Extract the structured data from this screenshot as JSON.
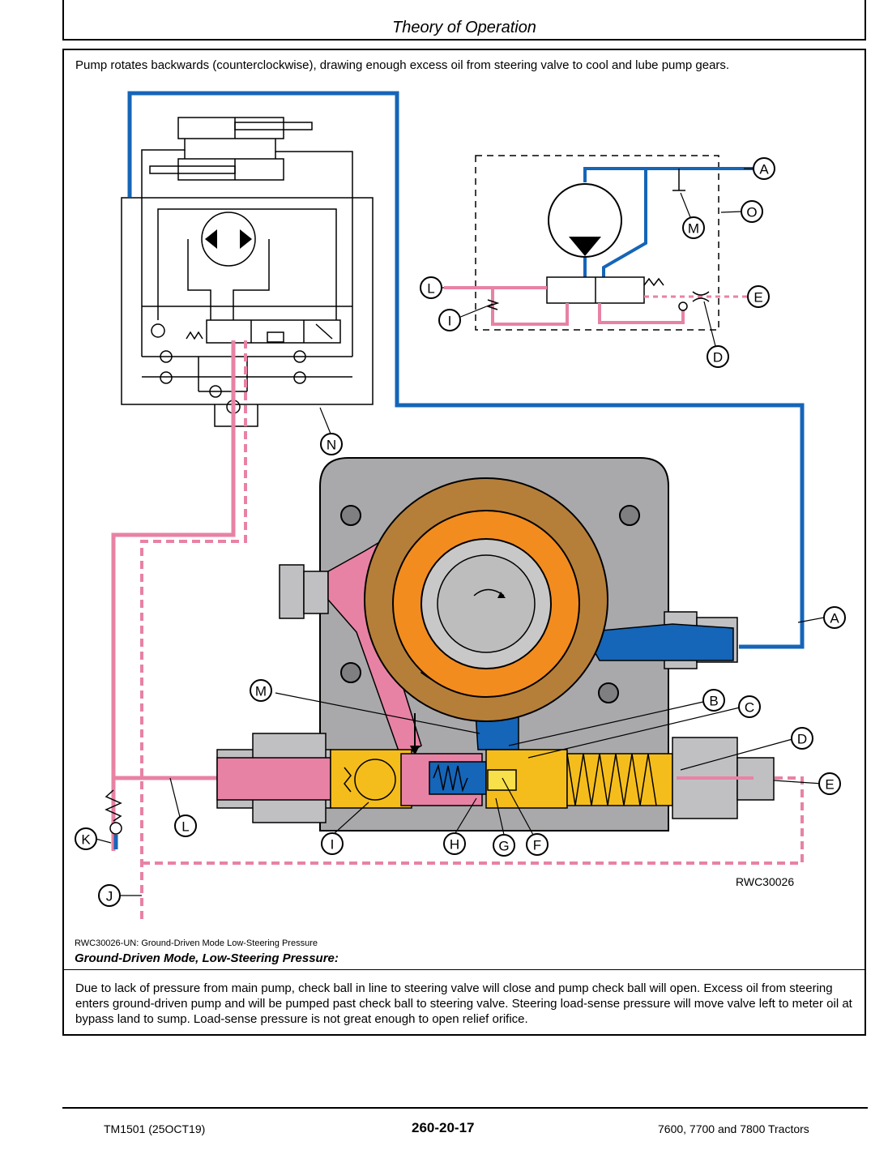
{
  "header": {
    "title": "Theory of Operation"
  },
  "intro_text": "Pump rotates backwards (counterclockwise), drawing enough excess oil from steering valve to cool and lube pump gears.",
  "figure_code": "RWC30026",
  "caption": {
    "small": "RWC30026-UN: Ground-Driven Mode Low-Steering Pressure",
    "title": "Ground-Driven Mode, Low-Steering Pressure:"
  },
  "description": "Due to lack of pressure from main pump, check ball in line to steering valve will close and pump check ball will open. Excess oil from steering enters ground-driven pump and will be pumped past check ball to steering valve. Steering load-sense pressure will move valve left to meter oil at bypass land to sump. Load-sense pressure is not great enough to open relief orifice.",
  "callouts": {
    "schematic": [
      "A",
      "O",
      "M",
      "L",
      "E",
      "I",
      "D"
    ],
    "upper_left": [
      "N"
    ],
    "pump": [
      "A",
      "M",
      "B",
      "C",
      "D",
      "E",
      "L",
      "K",
      "I",
      "H",
      "G",
      "F",
      "J"
    ]
  },
  "colors": {
    "pressure_blue": "#1565b8",
    "pressure_pink": "#e882a4",
    "housing_gray": "#a9a9ab",
    "gear_orange": "#f28c1f",
    "gear_tan": "#b57f3a",
    "spool_yellow": "#f5bd1c"
  },
  "footer": {
    "left": "TM1501 (25OCT19)",
    "center": "260-20-17",
    "right": "7600, 7700 and 7800 Tractors"
  }
}
